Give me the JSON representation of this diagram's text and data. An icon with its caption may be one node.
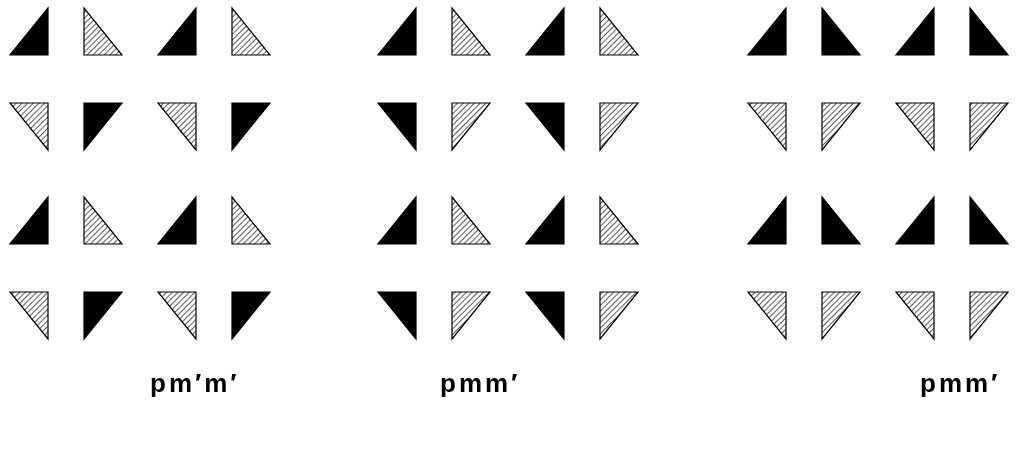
{
  "diagram": {
    "labels": [
      "pm′m′",
      "pmm′",
      "pmm′"
    ]
  }
}
